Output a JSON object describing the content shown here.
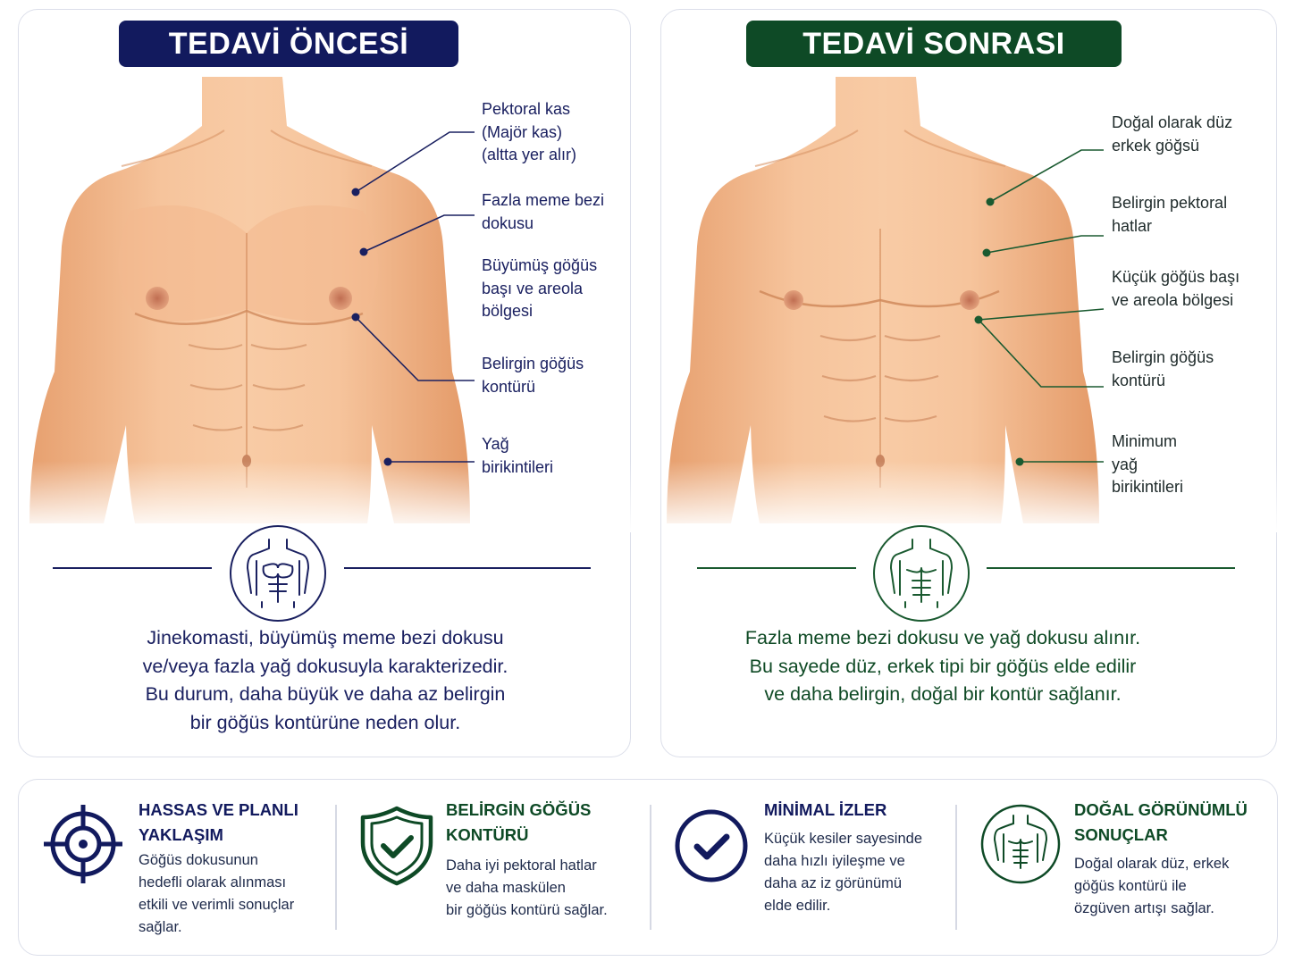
{
  "colors": {
    "navy": "#121a5e",
    "green": "#0e4a26",
    "skin": "#f0b488",
    "border": "#dcdfea"
  },
  "before": {
    "title": "TEDAVİ ÖNCESİ",
    "labels": [
      "Pektoral kas\n(Majör kas)\n(altta yer alır)",
      "Fazla meme bezi\ndokusu",
      "Büyümüş göğüs\nbaşı ve areola\nbölgesi",
      "Belirgin göğüs\nkontürü",
      "Yağ\nbirikintileri"
    ],
    "emblem_icon": "torso-outline-icon",
    "description": "Jinekomasti, büyümüş meme bezi dokusu\nve/veya fazla yağ dokusuyla karakterizedir.\nBu durum, daha büyük ve daha az belirgin\nbir göğüs kontürüne neden olur."
  },
  "after": {
    "title": "TEDAVİ SONRASI",
    "labels": [
      "Doğal olarak düz\nerkek göğsü",
      "Belirgin pektoral\nhatlar",
      "Küçük göğüs başı\nve areola bölgesi",
      "Belirgin göğüs\nkontürü",
      "Minimum\nyağ\nbirikintileri"
    ],
    "emblem_icon": "torso-outline-icon",
    "description": "Fazla meme bezi dokusu ve yağ dokusu alınır.\nBu sayede düz, erkek tipi bir göğüs elde edilir\nve daha belirgin, doğal bir kontür sağlanır."
  },
  "features": [
    {
      "icon": "crosshair-target-icon",
      "title": "HASSAS VE PLANLI\nYAKLAŞIM",
      "text": "Göğüs dokusunun\nhedefli olarak alınması\netkili ve verimli sonuçlar\nsağlar."
    },
    {
      "icon": "shield-check-icon",
      "title": "BELİRGİN GÖĞÜS\nKONTÜRÜ",
      "text": "Daha iyi pektoral hatlar\nve daha maskülen\nbir göğüs kontürü sağlar."
    },
    {
      "icon": "circle-check-icon",
      "title": "MİNİMAL İZLER",
      "text": "Küçük kesiler sayesinde\ndaha hızlı iyileşme ve\ndaha az iz görünümü\nelde edilir."
    },
    {
      "icon": "torso-outline-icon",
      "title": "DOĞAL GÖRÜNÜMLÜ\nSONUÇLAR",
      "text": "Doğal olarak düz, erkek\ngöğüs kontürü ile\nözgüven artışı sağlar."
    }
  ]
}
